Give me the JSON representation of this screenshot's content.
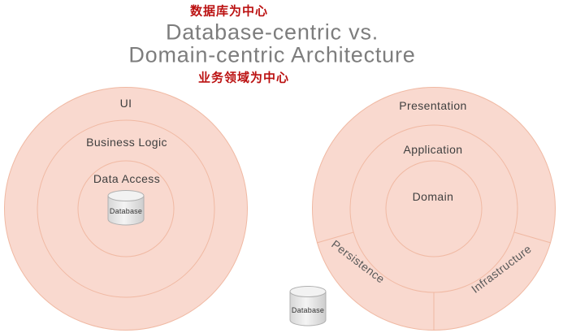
{
  "header": {
    "chinese_top": "数据库为中心",
    "title_line1": "Database-centric vs.",
    "title_line2": "Domain-centric Architecture",
    "chinese_bottom": "业务领域为中心"
  },
  "left_diagram": {
    "rings": [
      {
        "label": "UI"
      },
      {
        "label": "Business Logic"
      },
      {
        "label": "Data Access"
      }
    ],
    "database_label": "Database"
  },
  "right_diagram": {
    "rings": [
      {
        "label": "Presentation"
      },
      {
        "label": "Application"
      },
      {
        "label": "Domain"
      }
    ],
    "segments": [
      {
        "label": "Persistence"
      },
      {
        "label": "Infrastructure"
      }
    ],
    "database_label": "Database"
  },
  "colors": {
    "ring_fill": "#f9d9cf",
    "ring_stroke": "#f0b9a3",
    "title_gray": "#7d7d7d",
    "chinese_red": "#bb1111",
    "label_dark": "#3f3f3f",
    "cylinder_fill": "#e9e9e9",
    "cylinder_stroke": "#b0b0b0"
  }
}
